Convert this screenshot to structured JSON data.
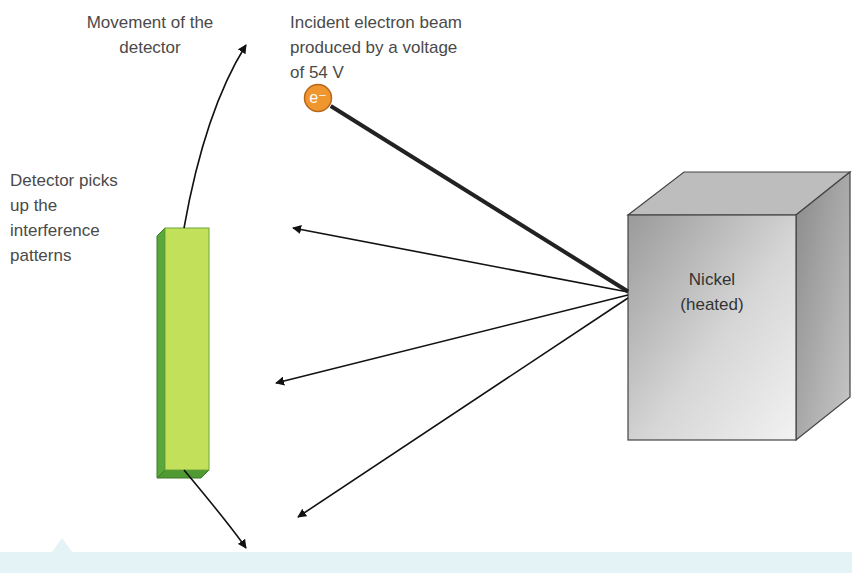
{
  "diagram": {
    "nodes": [
      {
        "text": [
          "e⁻"
        ]
      },
      {
        "text": [
          "Nickel (heated)"
        ]
      }
    ],
    "edges": [
      {
        "from": 0,
        "to": 1,
        "arrow": "none"
      }
    ],
    "labels": [
      "Movement of the detector",
      "Incident electron beam produced by a voltage of 54 V",
      "Detector picks up the interference patterns"
    ]
  }
}
